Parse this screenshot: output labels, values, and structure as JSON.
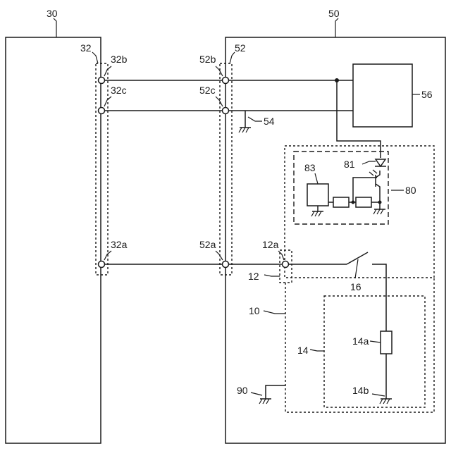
{
  "labels": {
    "device_30": "30",
    "device_50": "50",
    "connector_32": "32",
    "connector_52": "52",
    "terminal_32a": "32a",
    "terminal_32b": "32b",
    "terminal_32c": "32c",
    "terminal_52a": "52a",
    "terminal_52b": "52b",
    "terminal_52c": "52c",
    "ground_54": "54",
    "block_56": "56",
    "circuit_80": "80",
    "element_81": "81",
    "block_83": "83",
    "terminal_12a": "12a",
    "connector_12": "12",
    "unit_10": "10",
    "switch_16": "16",
    "circuit_14": "14",
    "resistor_14a": "14a",
    "ground_14b": "14b",
    "ground_90": "90"
  }
}
